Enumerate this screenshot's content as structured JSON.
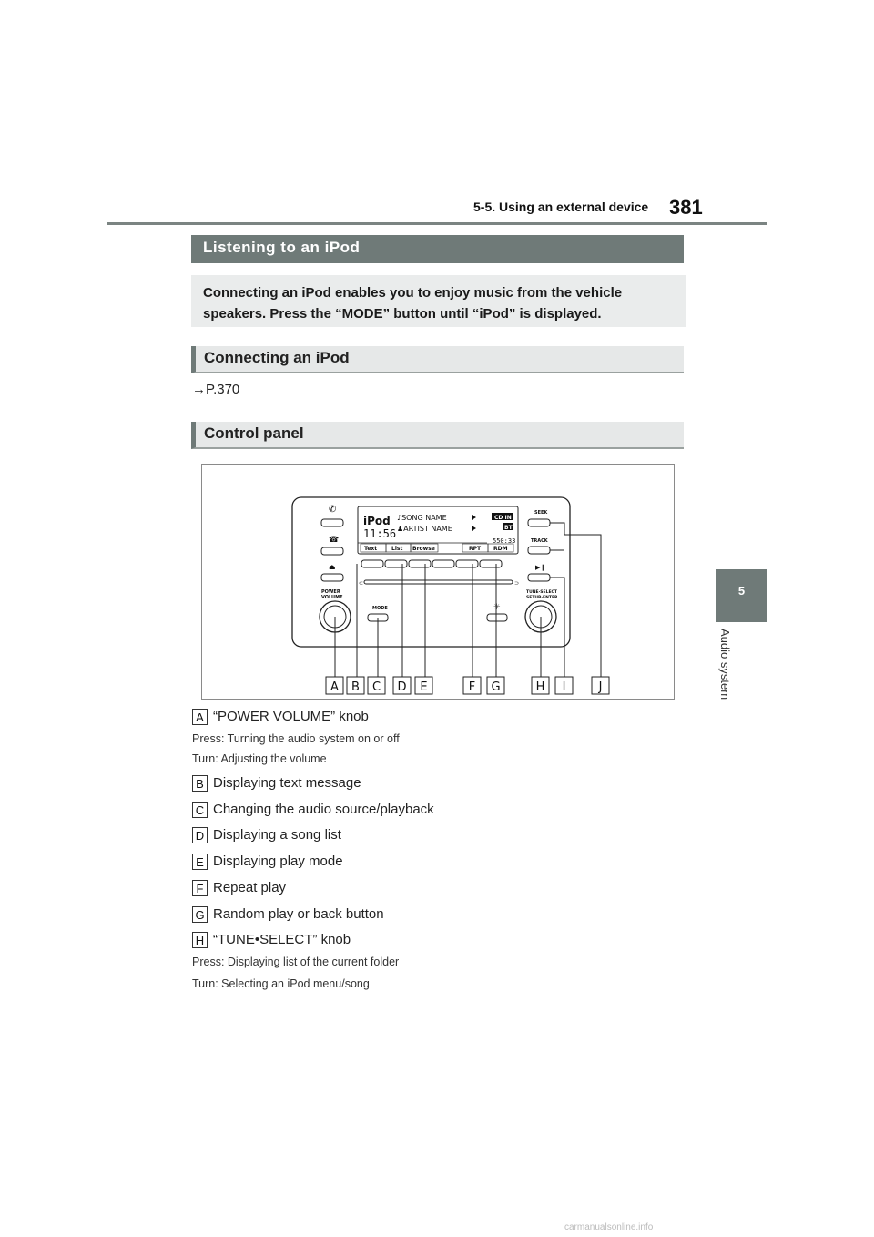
{
  "header": {
    "section": "5-5. Using an external device",
    "page_number": "381"
  },
  "side_tab": {
    "chapter_number": "5",
    "chapter_title": "Audio system"
  },
  "headings": {
    "listening": "Listening to an iPod",
    "connecting": "Connecting an iPod",
    "control_panel": "Control panel"
  },
  "intro": "Connecting an iPod enables you to enjoy music from the vehicle speakers. Press the “MODE” button until “iPod” is displayed.",
  "reference": "→P.370",
  "figure": {
    "display": {
      "source": "iPod",
      "clock": "11:56",
      "song": "♪SONG NAME",
      "artist": "♟ARTIST NAME",
      "cd_in": "CD IN",
      "bt": "BT",
      "time": "550:33",
      "softkeys": [
        "Text",
        "List",
        "Browse",
        "",
        "RPT",
        "RDM"
      ]
    },
    "button_labels": {
      "power_volume": "POWER VOLUME",
      "mode": "MODE",
      "seek": "SEEK",
      "track": "TRACK",
      "tune_select": "TUNE·SELECT SETUP·ENTER"
    },
    "callout_letters": [
      "A",
      "B",
      "C",
      "D",
      "E",
      "F",
      "G",
      "H",
      "I",
      "J"
    ]
  },
  "callouts": [
    {
      "letter": "A",
      "text": "“POWER VOLUME” knob",
      "notes": [
        "Press: Turning the audio system on or off",
        "Turn: Adjusting the volume"
      ]
    },
    {
      "letter": "B",
      "text": "Displaying text message"
    },
    {
      "letter": "C",
      "text": "Changing the audio source/playback"
    },
    {
      "letter": "D",
      "text": "Displaying a song list"
    },
    {
      "letter": "E",
      "text": "Displaying play mode"
    },
    {
      "letter": "F",
      "text": "Repeat play"
    },
    {
      "letter": "G",
      "text": "Random play or back button"
    },
    {
      "letter": "H",
      "text": "“TUNE•SELECT” knob",
      "notes": [
        "Press: Displaying list of the current folder",
        "Turn: Selecting an iPod menu/song"
      ]
    }
  ],
  "footer": "carmanualsonline.info",
  "colors": {
    "banner_dark": "#6f7a78",
    "banner_light": "#e6e8e8",
    "intro_bg": "#eaecec"
  }
}
